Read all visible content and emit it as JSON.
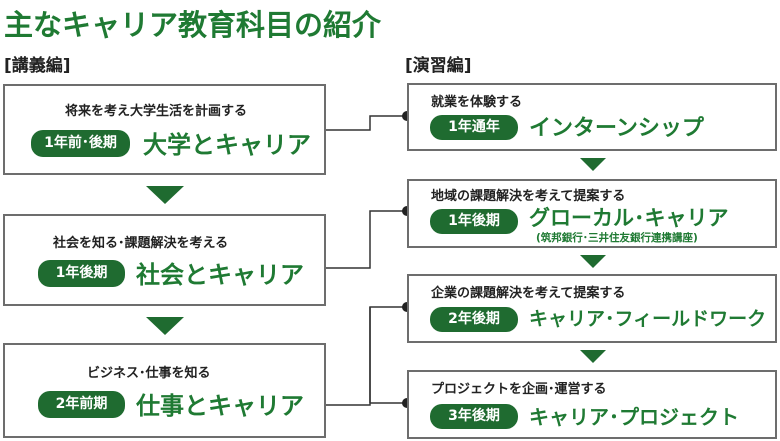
{
  "title": "主なキャリア教育科目の紹介",
  "lecture": {
    "header": "[講義編]",
    "courses": [
      {
        "desc": "将来を考え大学生活を計画する",
        "term": "1年前･後期",
        "name": "大学とキャリア"
      },
      {
        "desc": "社会を知る･課題解決を考える",
        "term": "1年後期",
        "name": "社会とキャリア"
      },
      {
        "desc": "ビジネス･仕事を知る",
        "term": "2年前期",
        "name": "仕事とキャリア"
      }
    ]
  },
  "practice": {
    "header": "[演習編]",
    "courses": [
      {
        "desc": "就業を体験する",
        "term": "1年通年",
        "name": "インターンシップ"
      },
      {
        "desc": "地域の課題解決を考えて提案する",
        "term": "1年後期",
        "name": "グローカル･キャリア",
        "note": "(筑邦銀行･三井住友銀行連携講座)"
      },
      {
        "desc": "企業の課題解決を考えて提案する",
        "term": "2年後期",
        "name": "キャリア･フィールドワーク"
      },
      {
        "desc": "プロジェクトを企画･運営する",
        "term": "3年後期",
        "name": "キャリア･プロジェクト"
      }
    ]
  },
  "colors": {
    "accent": "#1f7a33",
    "pill": "#1f6b30",
    "border": "#6d6d6d"
  }
}
